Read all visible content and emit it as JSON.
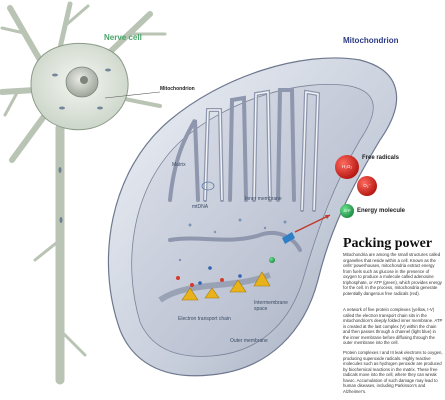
{
  "labels": {
    "nerve_cell": "Nerve cell",
    "mitochondrion_main": "Mitochondrion",
    "mitochondrion_small": "Mitochondrion",
    "matrix": "Matrix",
    "mtdna": "mtDNA",
    "inner_membrane": "Inner membrane",
    "outer_membrane": "Outer membrane",
    "electron_transport_chain": "Electron transport chain",
    "intermembrane_space": "Intermembrane space",
    "free_radicals": "Free radicals",
    "energy_molecule": "Energy molecule"
  },
  "molecules": {
    "h2o2": "H₂O₂",
    "o2": "O₂⁻",
    "atp": "ATP"
  },
  "article": {
    "heading": "Packing power",
    "paragraphs": [
      "Mitochondria are among the small structures called organelles that reside within a cell. Known as the cells' powerhouses, mitochondria extract energy from fuels such as glucose in the presence of oxygen to produce a molecule called adenosine triphosphate, or ATP (green), which provides energy for the cell. In the process, mitochondria generate potentially dangerous free radicals (red).",
      "A network of five protein complexes (yellow, I-V) called the electron transport chain sits in the mitochondrion's deeply folded inner membrane. ATP is created at the last complex (V) within the chain and then passes through a channel (light blue) in the inner membrane before diffusing through the outer membrane into the cell.",
      "Protein complexes I and III leak electrons to oxygen, producing superoxide radicals. Highly reactive molecules such as hydrogen peroxide are produced by biochemical reactions in the matrix. These free radicals move into the cell, where they can wreak havoc. Accumulation of such damage may lead to human diseases, including Parkinson's and Alzheimer's."
    ]
  }
}
